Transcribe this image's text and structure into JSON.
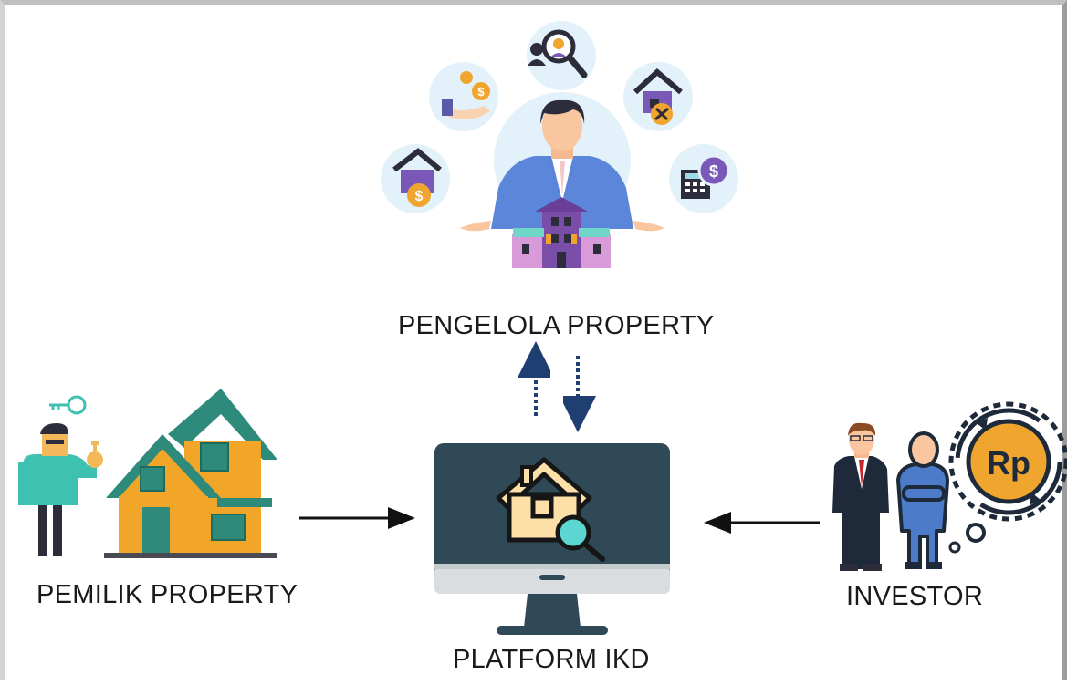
{
  "nodes": {
    "manager": {
      "label": "PENGELOLA PROPERTY"
    },
    "owner": {
      "label": "PEMILIK PROPERTY"
    },
    "platform": {
      "label": "PLATFORM IKD"
    },
    "investor": {
      "label": "INVESTOR",
      "currency_badge": "Rp"
    }
  },
  "edges": [
    {
      "from": "owner",
      "to": "platform",
      "style": "solid"
    },
    {
      "from": "investor",
      "to": "platform",
      "style": "solid"
    },
    {
      "from": "platform",
      "to": "manager",
      "style": "dotted"
    },
    {
      "from": "manager",
      "to": "platform",
      "style": "dotted"
    }
  ],
  "icons": {
    "manager_bubbles": [
      "house-gear-dollar-icon",
      "hand-coins-icon",
      "people-search-icon",
      "house-repair-icon",
      "calculator-dollar-icon"
    ],
    "owner": [
      "key-icon",
      "house-icon",
      "person-holding-key-icon"
    ],
    "platform": [
      "monitor-icon",
      "house-search-icon"
    ],
    "investor": [
      "businessman-icon",
      "person-icon",
      "money-cycle-icon",
      "thought-bubble-icon"
    ]
  },
  "colors": {
    "arrow_solid": "#111111",
    "arrow_dotted": "#1f3f73",
    "monitor": "#2f4a56",
    "house_orange": "#f2a629",
    "roof_green": "#2e8a7b",
    "suit_blue": "#5b86d9",
    "coin_orange": "#f0a52e"
  }
}
